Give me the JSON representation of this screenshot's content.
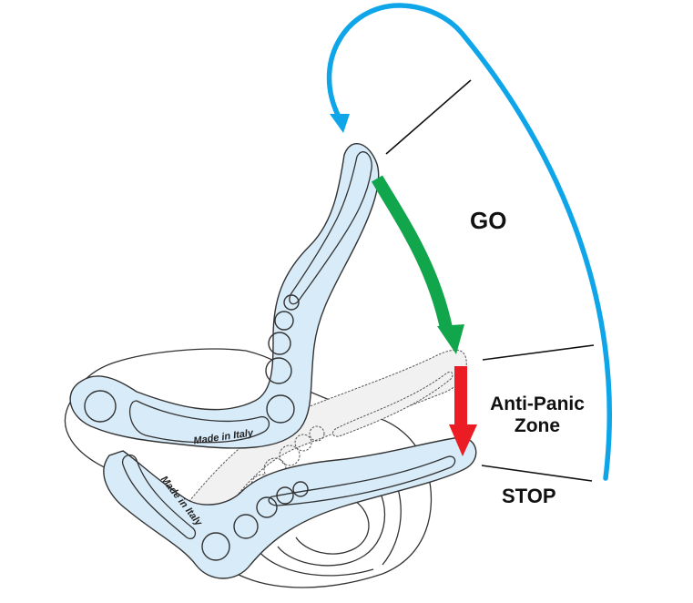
{
  "diagram": {
    "labels": {
      "go": "GO",
      "anti_panic": "Anti-Panic",
      "zone": "Zone",
      "stop": "STOP"
    },
    "engraving": {
      "upper_lever": "Made in Italy",
      "lower_lever": "Made in Italy"
    },
    "colors": {
      "rotation_arrow": "#0ea5e9",
      "go_arrow": "#12a64c",
      "anti_panic_arrow": "#ec1c24",
      "lever_fill": "#d7ebf9",
      "ghost_fill": "#f1f1f1"
    },
    "icons": {
      "rotation": "curved-arrow-icon",
      "go": "down-arrow-icon",
      "anti_panic": "down-arrow-icon"
    }
  }
}
